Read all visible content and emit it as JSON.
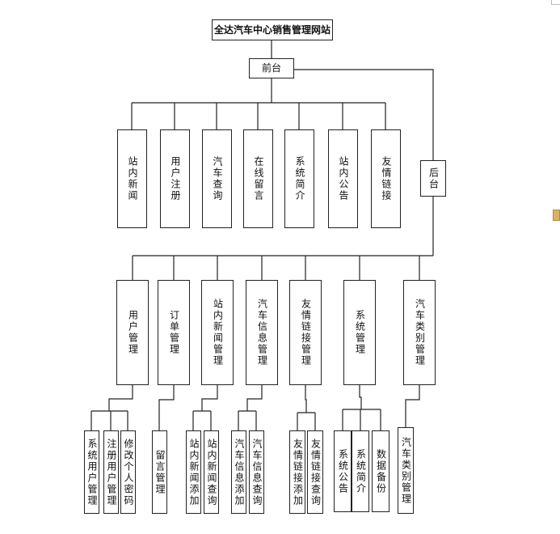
{
  "root": {
    "label": "全达汽车中心销售管理网站"
  },
  "frontend": {
    "label": "前台",
    "modules": [
      "站内新闻",
      "用户注册",
      "汽车查询",
      "在线留言",
      "系统简介",
      "站内公告",
      "友情链接"
    ]
  },
  "backend": {
    "label": "后台",
    "modules": [
      {
        "label": "用户管理",
        "children": [
          "系统用户管理",
          "注册用户管理",
          "修改个人密码"
        ]
      },
      {
        "label": "订单管理",
        "children": [
          "留言管理"
        ]
      },
      {
        "label": "站内新闻管理",
        "children": [
          "站内新闻添加",
          "站内新闻查询"
        ]
      },
      {
        "label": "汽车信息管理",
        "children": [
          "汽车信息添加",
          "汽车信息查询"
        ]
      },
      {
        "label": "友情链接管理",
        "children": [
          "友情链接添加",
          "友情链接查询"
        ]
      },
      {
        "label": "系统管理",
        "children": [
          "系统公告",
          "系统简介",
          "数据备份"
        ]
      },
      {
        "label": "汽车类别管理",
        "children": [
          "汽车类别管理"
        ]
      }
    ]
  },
  "colors": {
    "line": "#222222",
    "fill": "#ffffff",
    "edge_mark": "#d9b36a"
  }
}
